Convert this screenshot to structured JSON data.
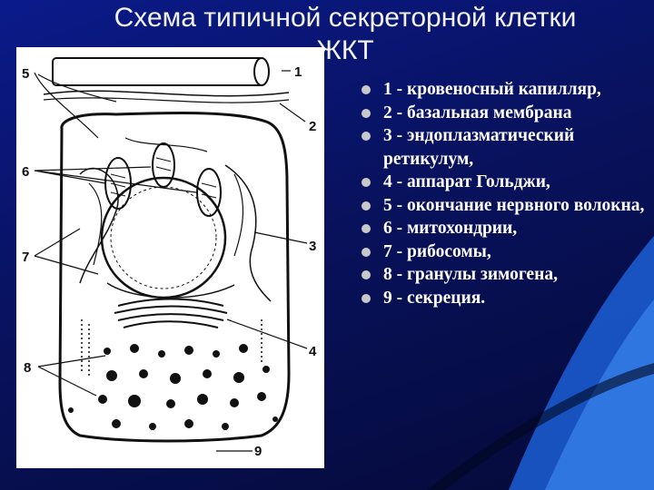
{
  "slide": {
    "title_line1": "Схема типичной секреторной клетки",
    "title_line2": "ЖКТ"
  },
  "figure_labels": [
    "1",
    "2",
    "3",
    "4",
    "5",
    "6",
    "7",
    "8",
    "9"
  ],
  "legend": [
    "1 - кровеносный капилляр,",
    "2 - базальная мембрана",
    "3 - эндоплазматический ретикулум,",
    "4 - аппарат Гольджи,",
    "5 - окончание нервного волокна,",
    "6 - митохондрии,",
    "7 - рибосомы,",
    "8 - гранулы зимогена,",
    "9 - секреция."
  ],
  "colors": {
    "background": "#0a1a8a",
    "accent_wave": "#1e6fe0",
    "text": "#ffffff"
  }
}
